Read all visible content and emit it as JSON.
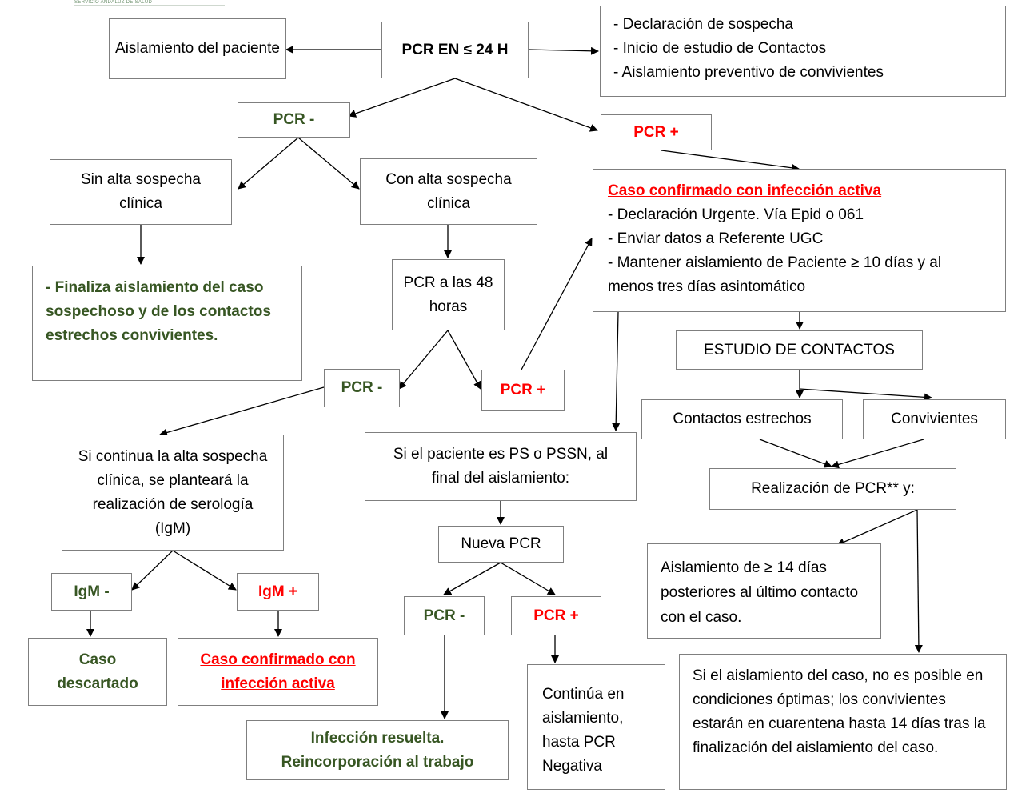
{
  "header": {
    "org": "SERVICIO ANDALUZ DE SALUD"
  },
  "nodes": {
    "pcr24": "PCR EN ≤ 24 H",
    "isolation_patient": "Aislamiento del paciente",
    "declaration_lines": [
      "- Declaración de sospecha",
      "- Inicio de estudio de Contactos",
      "- Aislamiento preventivo de convivientes"
    ],
    "pcr_neg_1": "PCR -",
    "pcr_pos_1": "PCR +",
    "sin_alta": "Sin alta sospecha clínica",
    "con_alta": "Con alta sospecha clínica",
    "finaliza": "- Finaliza aislamiento del caso sospechoso y de los contactos estrechos convivientes.",
    "pcr48": "PCR a las 48 horas",
    "confirmed_title": "Caso confirmado con infección activa",
    "confirmed_lines": [
      "- Declaración Urgente. Vía Epid o 061",
      "- Enviar datos a Referente UGC",
      "- Mantener aislamiento de Paciente ≥ 10 días y al menos tres días asintomático"
    ],
    "estudio_contactos": "ESTUDIO DE CONTACTOS",
    "pcr_neg_2": "PCR -",
    "pcr_pos_2": "PCR +",
    "contactos_estrechos": "Contactos estrechos",
    "convivientes": "Convivientes",
    "serologia": "Si continua la alta sospecha clínica, se planteará la realización de serología (IgM)",
    "ps_pssn": "Si el paciente es PS o PSSN, al final del aislamiento:",
    "realizacion_pcr": "Realización de PCR** y:",
    "nueva_pcr": "Nueva PCR",
    "igm_neg": "IgM -",
    "igm_pos": "IgM +",
    "aislamiento_14": "Aislamiento de ≥ 14 días posteriores al último contacto con el caso.",
    "pcr_neg_3": "PCR -",
    "pcr_pos_3": "PCR +",
    "caso_descartado": "Caso descartado",
    "caso_confirmado_2": "Caso confirmado con infección activa",
    "si_aislamiento": "Si el aislamiento del caso, no es posible en condiciones óptimas; los convivientes estarán en cuarentena hasta 14 días tras la finalización del aislamiento del caso.",
    "continua": "Continúa en aislamiento, hasta PCR Negativa",
    "infeccion_resuelta": "Infección resuelta. Reincorporación al trabajo"
  }
}
